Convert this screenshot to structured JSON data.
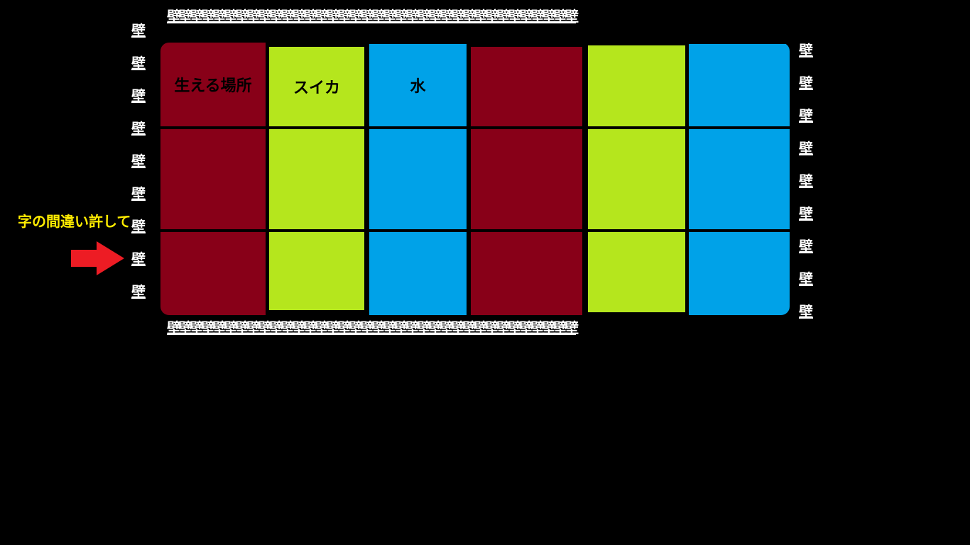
{
  "wall_char": "壁",
  "walls": {
    "top": "壁壁壁壁壁壁壁壁壁壁壁壁壁壁壁壁壁壁壁壁壁壁壁壁壁壁壁壁壁壁壁壁壁壁壁壁",
    "bottom": "壁壁壁壁壁壁壁壁壁壁壁壁壁壁壁壁壁壁壁壁壁壁壁壁壁壁壁壁壁壁壁壁壁壁壁壁",
    "left": [
      "壁",
      "壁",
      "壁",
      "壁",
      "壁",
      "壁",
      "壁",
      "壁",
      "壁"
    ],
    "right": [
      "壁",
      "壁",
      "壁",
      "壁",
      "壁",
      "壁",
      "壁",
      "壁",
      "壁"
    ]
  },
  "labels": {
    "grow_place": "生える場所",
    "watermelon": "スイカ",
    "water": "水"
  },
  "note": "字の間違い許して",
  "colors": {
    "red": "#880018",
    "green": "#b5e61d",
    "blue": "#00a2e8",
    "note": "#ffec00",
    "arrow": "#ed1c24"
  }
}
